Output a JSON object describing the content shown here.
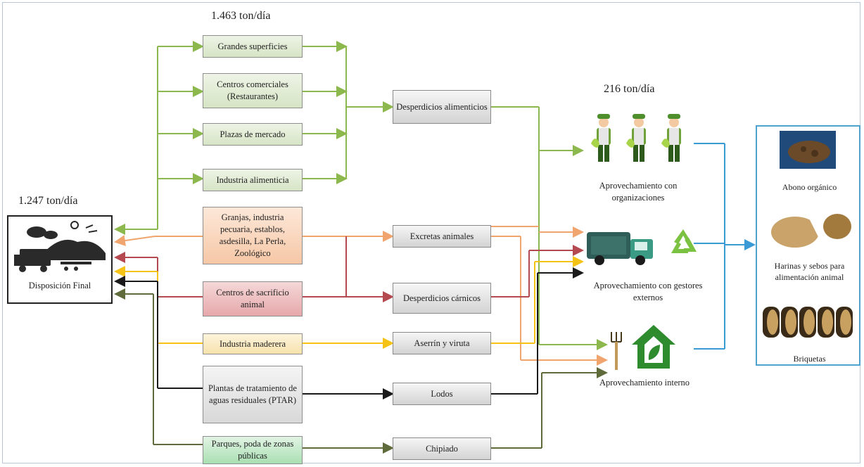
{
  "totals": {
    "generation": "1.463 ton/día",
    "disposal": "1.247 ton/día",
    "utilization": "216 ton/día"
  },
  "sources": [
    {
      "id": "grandes",
      "label": "Grandes superficies"
    },
    {
      "id": "centros",
      "label": "Centros comerciales (Restaurantes)"
    },
    {
      "id": "plazas",
      "label": "Plazas de mercado"
    },
    {
      "id": "industria_alim",
      "label": "Industria alimenticia"
    },
    {
      "id": "granjas",
      "label": "Granjas, industria pecuaria, establos, asdesilla, La Perla, Zoológico"
    },
    {
      "id": "sacrificio",
      "label": "Centros de sacrificio animal"
    },
    {
      "id": "maderera",
      "label": "Industria maderera"
    },
    {
      "id": "ptar",
      "label": "Plantas de tratamiento de aguas residuales (PTAR)"
    },
    {
      "id": "parques",
      "label": "Parques, poda de zonas públicas"
    }
  ],
  "residues": [
    {
      "id": "desperdicios_alim",
      "label": "Desperdicios alimenticios"
    },
    {
      "id": "excretas",
      "label": "Excretas animales"
    },
    {
      "id": "desperdicios_carnicos",
      "label": "Desperdicios cárnicos"
    },
    {
      "id": "aserrin",
      "label": "Aserrín y viruta"
    },
    {
      "id": "lodos",
      "label": "Lodos"
    },
    {
      "id": "chipiado",
      "label": "Chipiado"
    }
  ],
  "disposal": {
    "label": "Disposición Final"
  },
  "destinations": [
    {
      "id": "organizaciones",
      "label": "Aprovechamiento con organizaciones"
    },
    {
      "id": "gestores",
      "label": "Aprovechamiento con gestores externos"
    },
    {
      "id": "interno",
      "label": "Aprovechamiento interno"
    }
  ],
  "products": [
    {
      "id": "abono",
      "label": "Abono orgánico"
    },
    {
      "id": "harinas",
      "label": "Harinas y sebos para alimentación animal"
    },
    {
      "id": "briquetas",
      "label": "Briquetas"
    }
  ],
  "colors": {
    "green": "#8db84e",
    "orange": "#f0a46e",
    "red": "#b44a50",
    "yellow": "#f5c316",
    "black": "#1a1a1a",
    "olive": "#5f6b3a",
    "blue": "#3a9ad6"
  },
  "icons": [
    "waste-truck-icon",
    "recycler-worker-icon",
    "garbage-truck-icon",
    "recycle-icon",
    "pitchfork-icon",
    "green-house-icon",
    "compost-icon",
    "animal-feed-icon",
    "briquettes-icon"
  ]
}
